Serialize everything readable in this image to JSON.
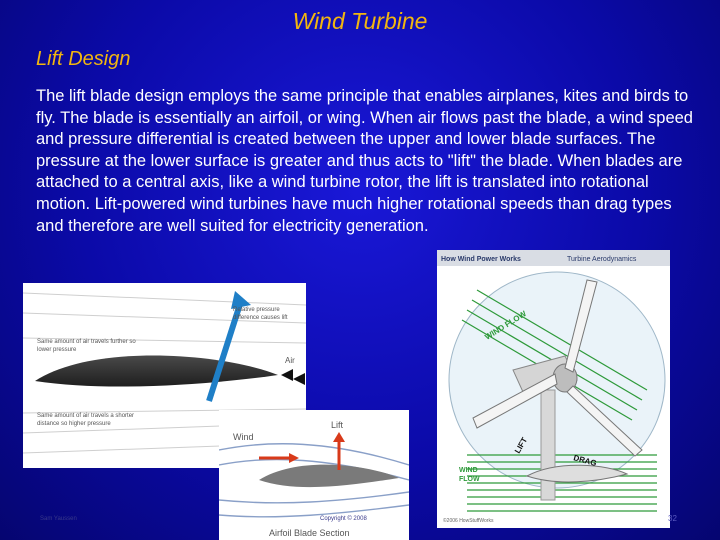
{
  "slide": {
    "title": "Wind Turbine",
    "subtitle": "Lift Design",
    "body": "The lift blade design employs the same principle that enables airplanes, kites and birds to fly. The blade is essentially an airfoil, or wing. When air flows past the blade, a wind speed and pressure differential is created between the upper and lower blade surfaces. The pressure at the lower surface is greater and thus acts to \"lift\" the blade. When blades are attached to a central axis, like a wind turbine rotor, the lift is translated into rotational motion. Lift-powered wind turbines have much higher rotational speeds than drag types and therefore are well suited for electricity generation.",
    "footer_left": "Sam Yaussen",
    "footer_mid": "Copyright © 2008",
    "page_number": "32"
  },
  "figures": {
    "airfoil": {
      "label_relative": "Relative pressure",
      "label_relative2": "difference causes lift",
      "label_upper": "Same amount of air travels further so",
      "label_upper2": "lower pressure",
      "label_lower": "Same amount of air travels a shorter",
      "label_lower2": "distance so higher pressure",
      "label_air": "Air"
    },
    "blade_section": {
      "label_wind": "Wind",
      "label_lift": "Lift",
      "caption": "Airfoil Blade Section"
    },
    "turbine": {
      "header_left": "How Wind Power Works",
      "header_right": "Turbine Aerodynamics",
      "label_wind_flow_top": "WIND FLOW",
      "label_lift": "LIFT",
      "label_drag": "DRAG",
      "label_wind": "WIND",
      "label_flow": "FLOW",
      "copyright": "©2006 HowStuffWorks"
    }
  }
}
